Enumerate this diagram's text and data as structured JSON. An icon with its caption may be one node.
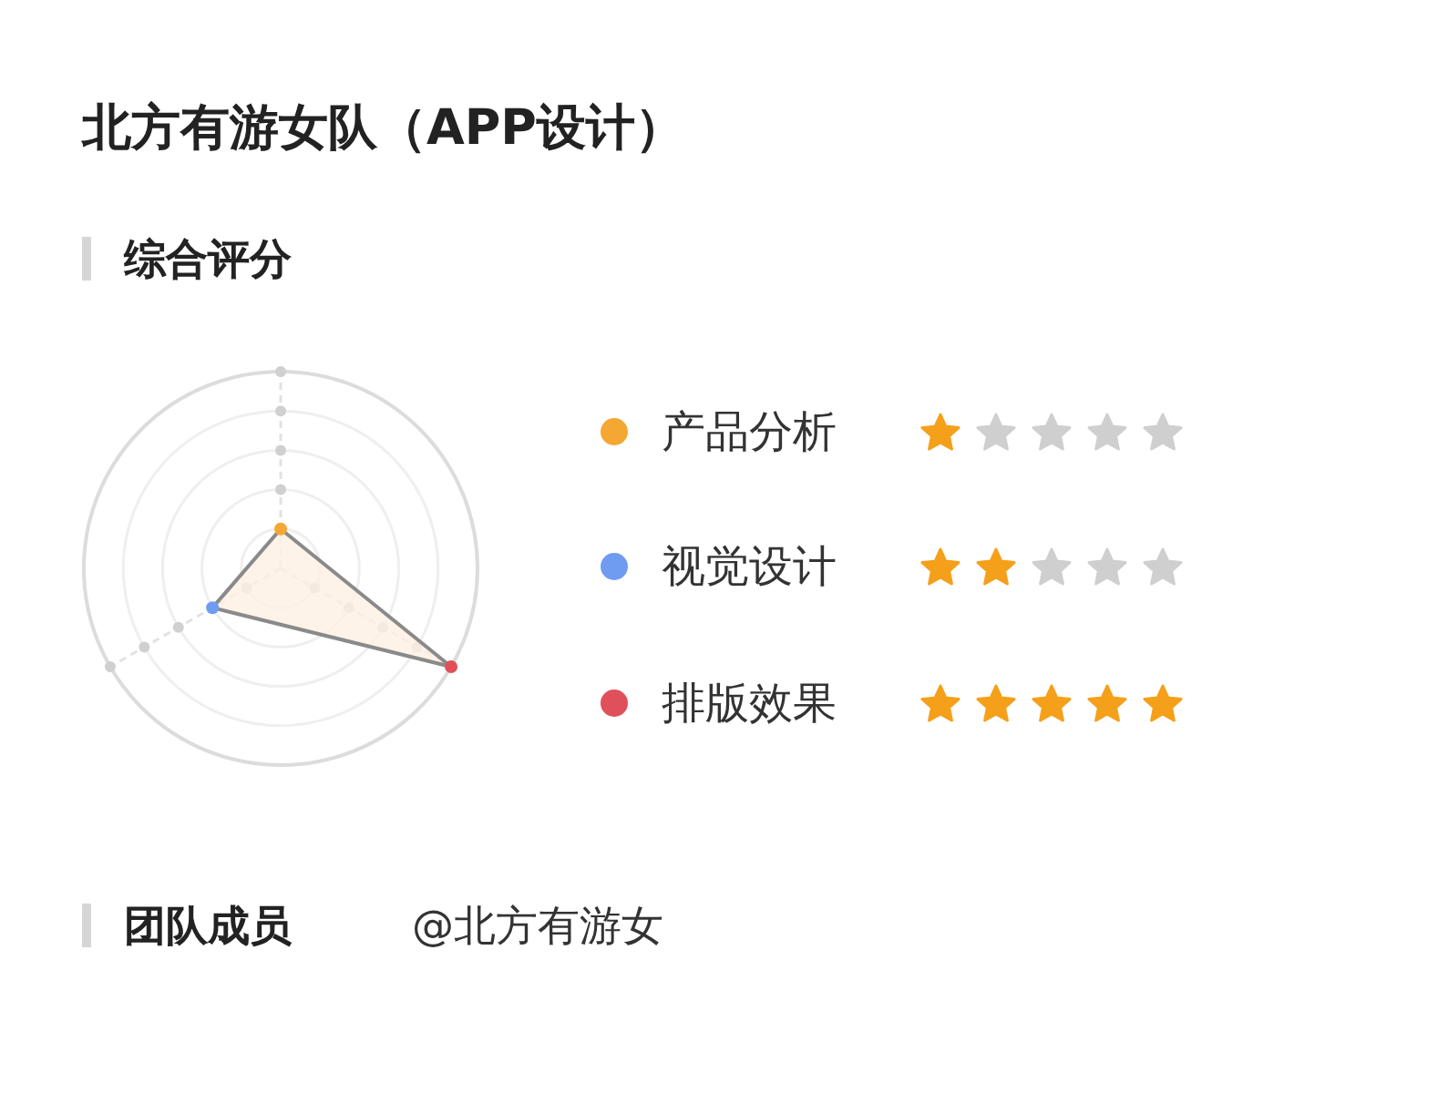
{
  "diagram": {
    "title": "北方有游女队（APP设计）",
    "labels": [
      "综合评分",
      "团队成员",
      "@北方有游女"
    ],
    "legend": [
      {
        "text": "产品分析",
        "color": "#f5a733"
      },
      {
        "text": "视觉设计",
        "color": "#6f9cf0"
      },
      {
        "text": "排版效果",
        "color": "#e0505a"
      }
    ]
  }
}
